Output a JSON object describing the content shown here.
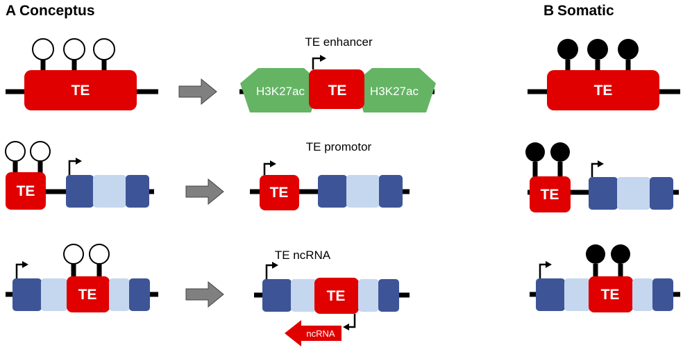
{
  "panels": {
    "a_letter": "A",
    "a_title": "Conceptus",
    "b_letter": "B",
    "b_title": "Somatic"
  },
  "labels": {
    "te": "TE",
    "h3k27ac": "H3K27ac",
    "ncrna": "ncRNA"
  },
  "rows": {
    "enhancer_label": "TE enhancer",
    "promoter_label": "TE promotor",
    "ncrna_label": "TE ncRNA"
  },
  "colors": {
    "te_red": "#e00000",
    "histone_green": "#64b464",
    "exon_dark": "#3d5597",
    "exon_light": "#c5d6ef",
    "arrow_gray": "#808080",
    "line_black": "#000000",
    "methyl_filled": "#000000",
    "methyl_open": "#ffffff"
  }
}
